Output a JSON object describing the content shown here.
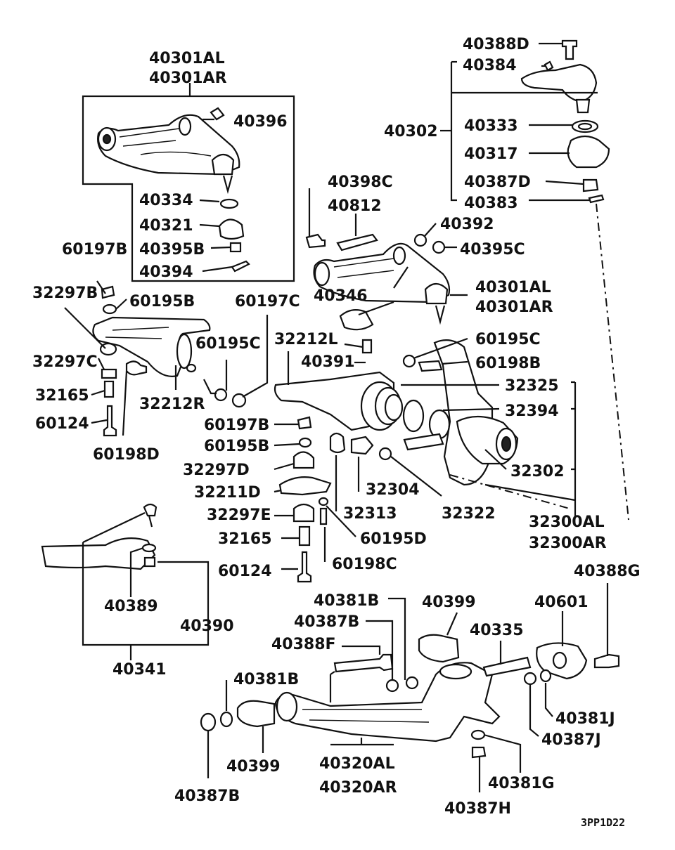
{
  "diagram": {
    "code": "3PP1D22",
    "labels": {
      "p40301al_a": "40301AL",
      "p40301ar_a": "40301AR",
      "p40396": "40396",
      "p40334": "40334",
      "p40321": "40321",
      "p40395b": "40395B",
      "p40394": "40394",
      "p60197b": "60197B",
      "p32297b": "32297B",
      "p60195b_a": "60195B",
      "p60197c": "60197C",
      "p60195c_a": "60195C",
      "p32297c": "32297C",
      "p32165_a": "32165",
      "p32212r": "32212R",
      "p60124_a": "60124",
      "p60198d": "60198D",
      "p40388d": "40388D",
      "p40384": "40384",
      "p40302": "40302",
      "p40333": "40333",
      "p40317": "40317",
      "p40387d": "40387D",
      "p40383": "40383",
      "p40398c": "40398C",
      "p40812": "40812",
      "p40392": "40392",
      "p40395c": "40395C",
      "p40346": "40346",
      "p40301al_b": "40301AL",
      "p40301ar_b": "40301AR",
      "p32212l": "32212L",
      "p60195c_b": "60195C",
      "p40391": "40391",
      "p60198b": "60198B",
      "p32325": "32325",
      "p32394": "32394",
      "p60197b_b": "60197B",
      "p60195b_b": "60195B",
      "p32297d": "32297D",
      "p32302": "32302",
      "p32211d": "32211D",
      "p32304": "32304",
      "p32297e": "32297E",
      "p32313": "32313",
      "p32322": "32322",
      "p32300al": "32300AL",
      "p32300ar": "32300AR",
      "p32165_b": "32165",
      "p60195d": "60195D",
      "p60198c": "60198C",
      "p60124_b": "60124",
      "p40388g": "40388G",
      "p40389": "40389",
      "p40390": "40390",
      "p40381b_a": "40381B",
      "p40399_a": "40399",
      "p40387b_a": "40387B",
      "p40335": "40335",
      "p40601": "40601",
      "p40388f": "40388F",
      "p40341": "40341",
      "p40381b_b": "40381B",
      "p40381j": "40381J",
      "p40387j": "40387J",
      "p40399_b": "40399",
      "p40320al": "40320AL",
      "p40320ar": "40320AR",
      "p40381g": "40381G",
      "p40387b_b": "40387B",
      "p40387h": "40387H"
    }
  }
}
